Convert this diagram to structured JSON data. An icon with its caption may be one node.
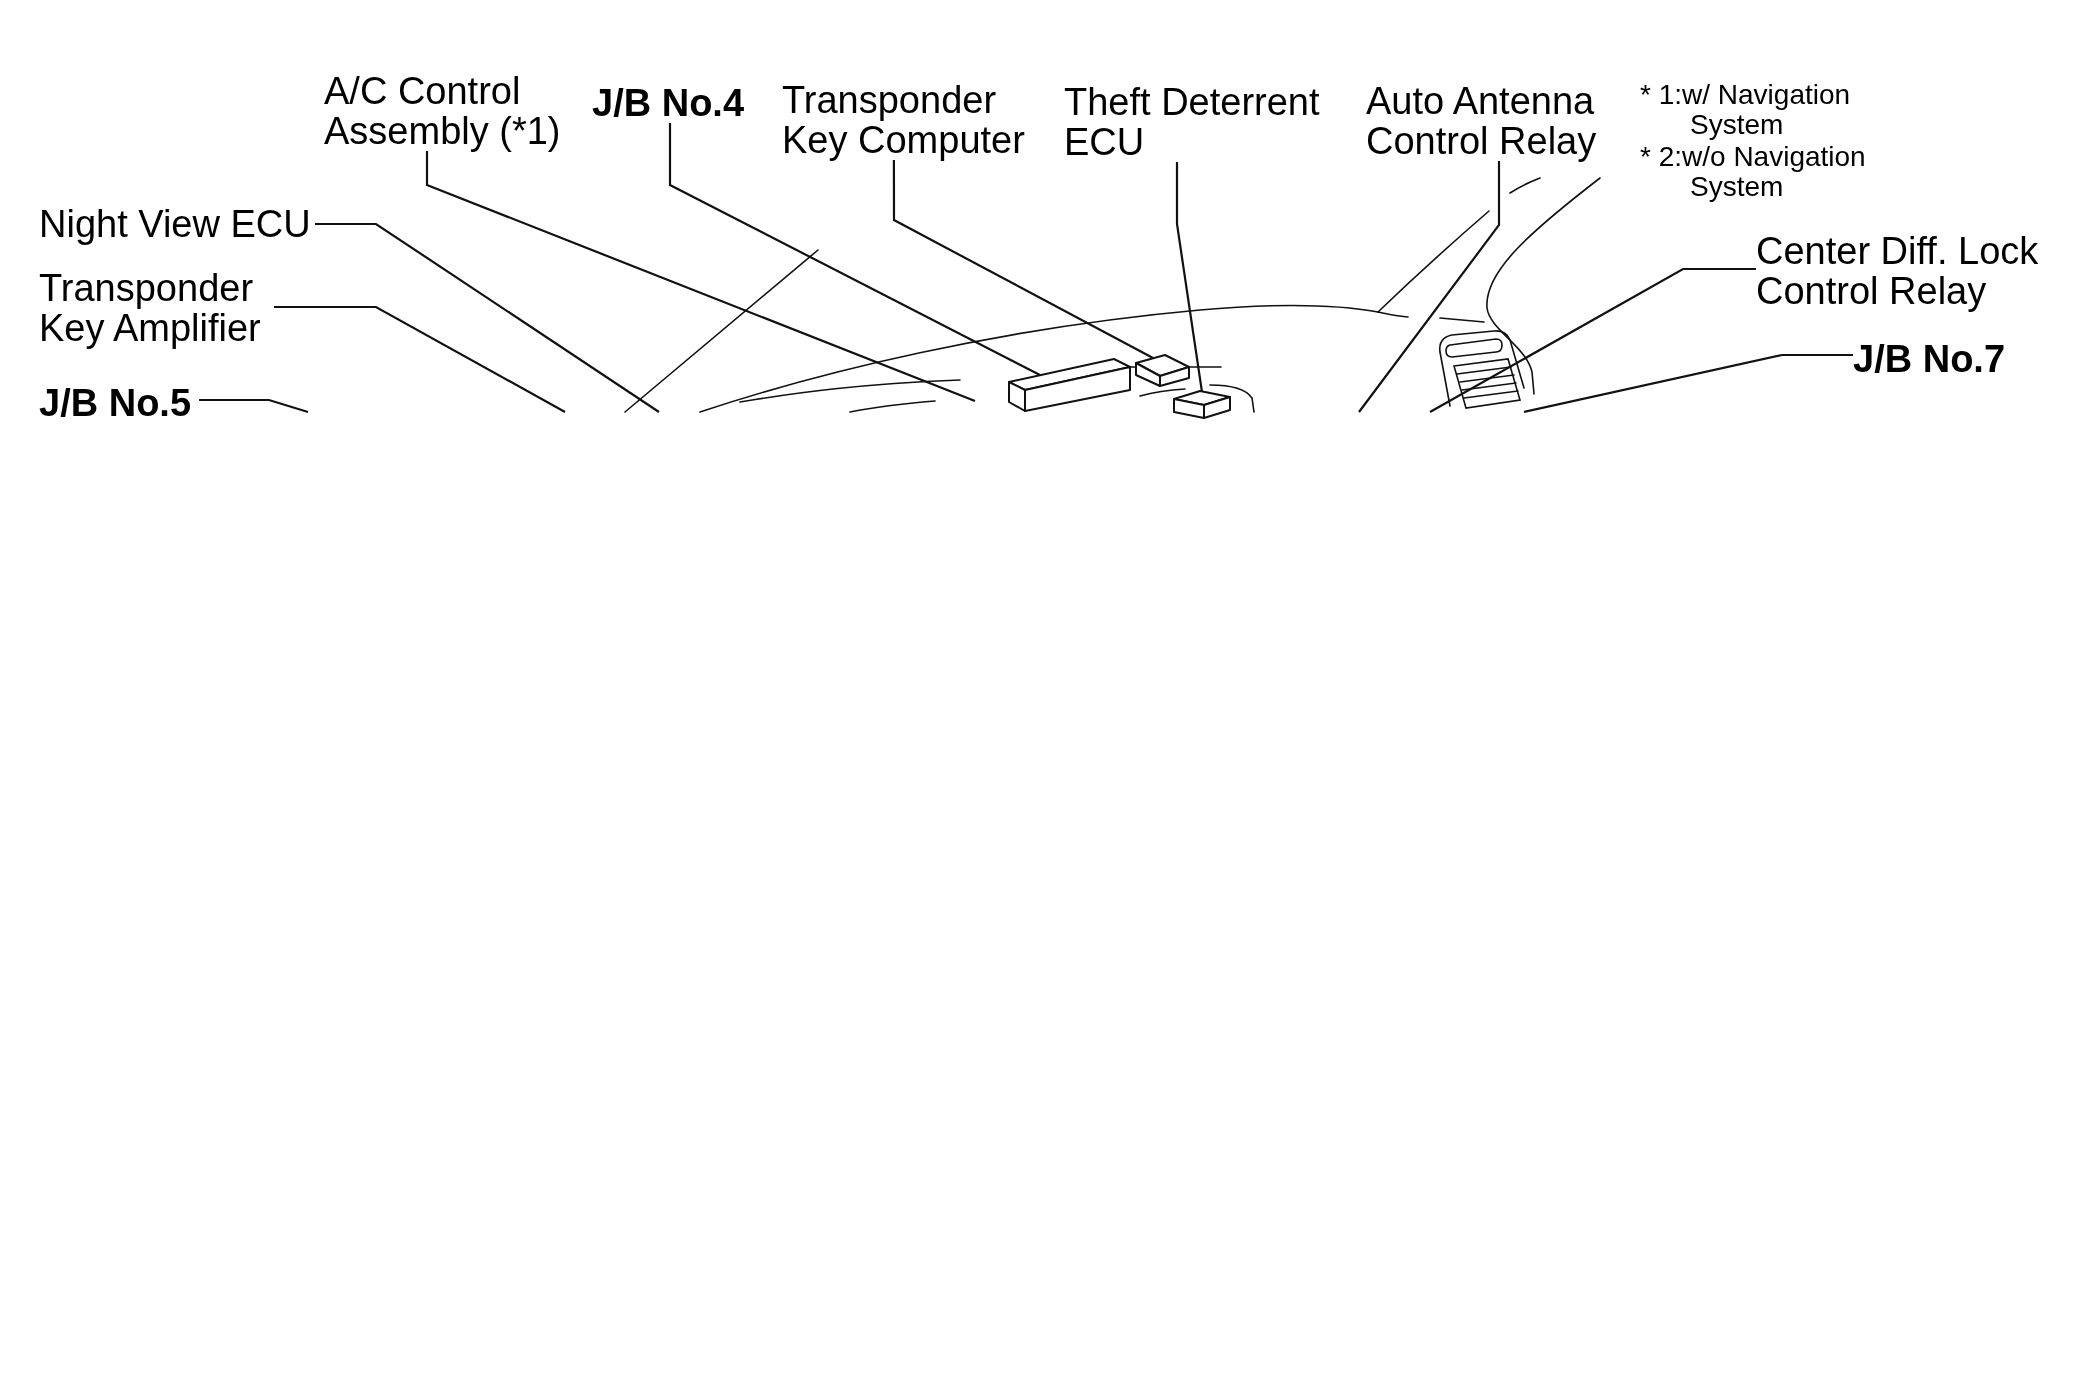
{
  "diagram": {
    "nodes": [
      {
        "text": [
          "A/C Control Assembly (*1)"
        ]
      },
      {
        "text": [
          "J/B No.4"
        ]
      },
      {
        "text": [
          "Transponder Key Computer"
        ]
      },
      {
        "text": [
          "Theft Deterrent ECU"
        ]
      },
      {
        "text": [
          "Auto Antenna Control Relay"
        ]
      },
      {
        "text": [
          "Night View ECU"
        ]
      },
      {
        "text": [
          "Center Diff. Lock Control Relay"
        ]
      },
      {
        "text": [
          "Transponder Key Amplifier"
        ]
      },
      {
        "text": [
          "J/B No.7"
        ]
      },
      {
        "text": [
          "J/B No.5"
        ]
      },
      {
        "text": [],
        "shape": "box"
      },
      {
        "text": [],
        "shape": "box"
      },
      {
        "text": [],
        "shape": "box"
      }
    ],
    "edges": [
      {
        "from": 0,
        "to": null,
        "arrow": "none"
      },
      {
        "from": 1,
        "to": 10,
        "arrow": "none"
      },
      {
        "from": 2,
        "to": 11,
        "arrow": "none"
      },
      {
        "from": 3,
        "to": 12,
        "arrow": "none"
      },
      {
        "from": 4,
        "to": null,
        "arrow": "none"
      },
      {
        "from": 5,
        "to": null,
        "arrow": "none"
      },
      {
        "from": 6,
        "to": null,
        "arrow": "none"
      },
      {
        "from": 7,
        "to": null,
        "arrow": "none"
      },
      {
        "from": 8,
        "to": null,
        "arrow": "none"
      },
      {
        "from": 9,
        "to": null,
        "arrow": "none"
      }
    ],
    "labels": [
      "* 1:w/ Navigation System",
      "* 2:w/o Navigation System"
    ]
  }
}
